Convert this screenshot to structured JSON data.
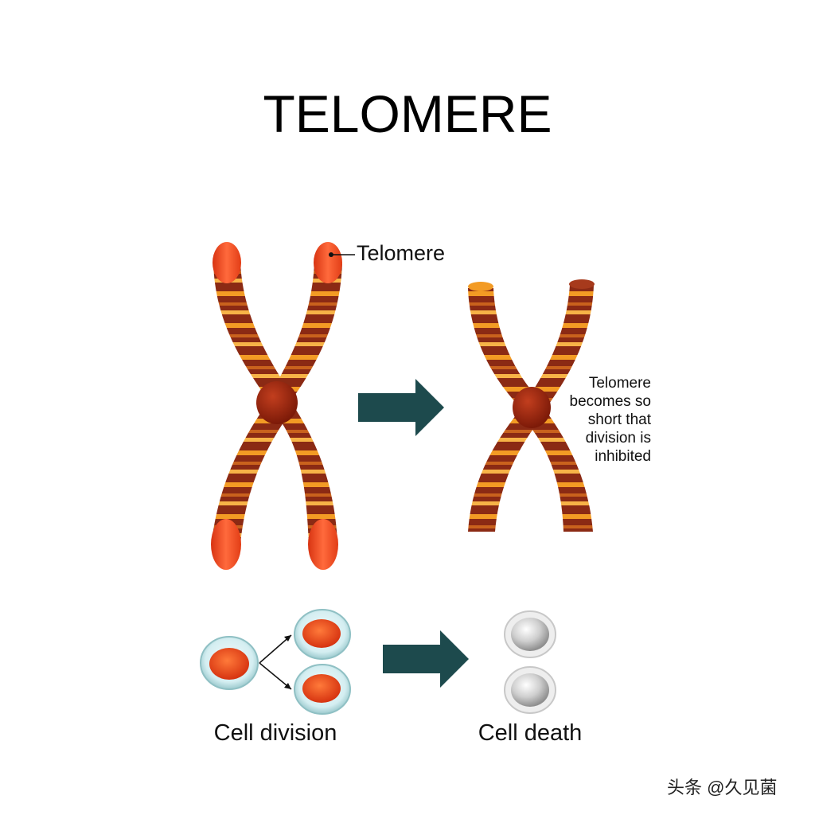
{
  "title": "TELOMERE",
  "labels": {
    "telomere": "Telomere",
    "inhibited_note": [
      "Telomere",
      "becomes so",
      "short that",
      "division is",
      "inhibited"
    ],
    "cell_division": "Cell division",
    "cell_death": "Cell death"
  },
  "watermark": "头条 @久见菌",
  "colors": {
    "chromatid_dark": "#8b2a14",
    "chromatid_band_orange": "#f39b24",
    "telomere_red": "#f0461e",
    "centromere": "#9a2410",
    "arrow": "#1d4a4d",
    "cell_membrane": "#c9e7ea",
    "nucleus": "#e8421a",
    "dead_cell": "#d8d8d8"
  },
  "icons": [
    "right-arrow-icon",
    "cell-icon",
    "dead-cell-icon"
  ]
}
